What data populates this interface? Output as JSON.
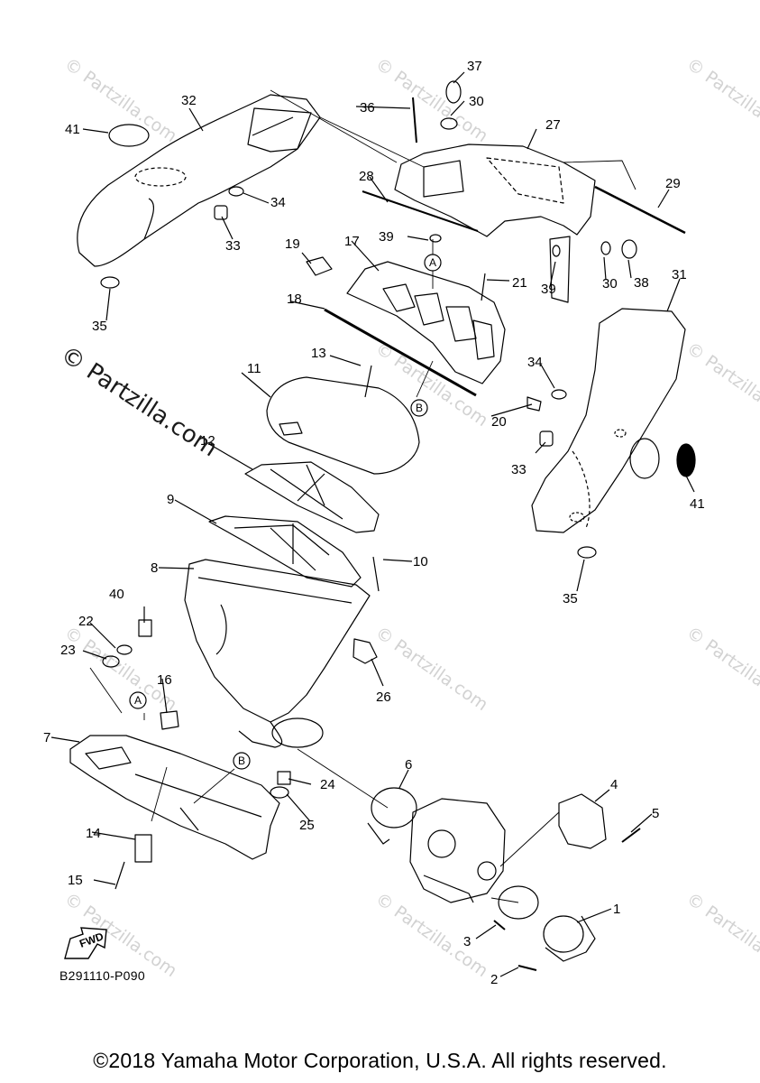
{
  "diagram": {
    "watermark_main": "© Partzilla.com",
    "watermark_faint": "© Partzilla.com",
    "fwd_arrow_label": "FWD",
    "diagram_code": "B291110-P090",
    "copyright": "©2018 Yamaha Motor Corporation, U.S.A. All rights reserved.",
    "ref_markers": [
      "A",
      "B"
    ],
    "part_callouts": [
      "1",
      "2",
      "3",
      "4",
      "5",
      "6",
      "7",
      "8",
      "9",
      "10",
      "11",
      "12",
      "13",
      "14",
      "15",
      "16",
      "17",
      "18",
      "19",
      "20",
      "21",
      "22",
      "23",
      "24",
      "25",
      "26",
      "27",
      "28",
      "29",
      "30",
      "31",
      "32",
      "33",
      "34",
      "35",
      "36",
      "37",
      "38",
      "39",
      "40",
      "41"
    ]
  }
}
